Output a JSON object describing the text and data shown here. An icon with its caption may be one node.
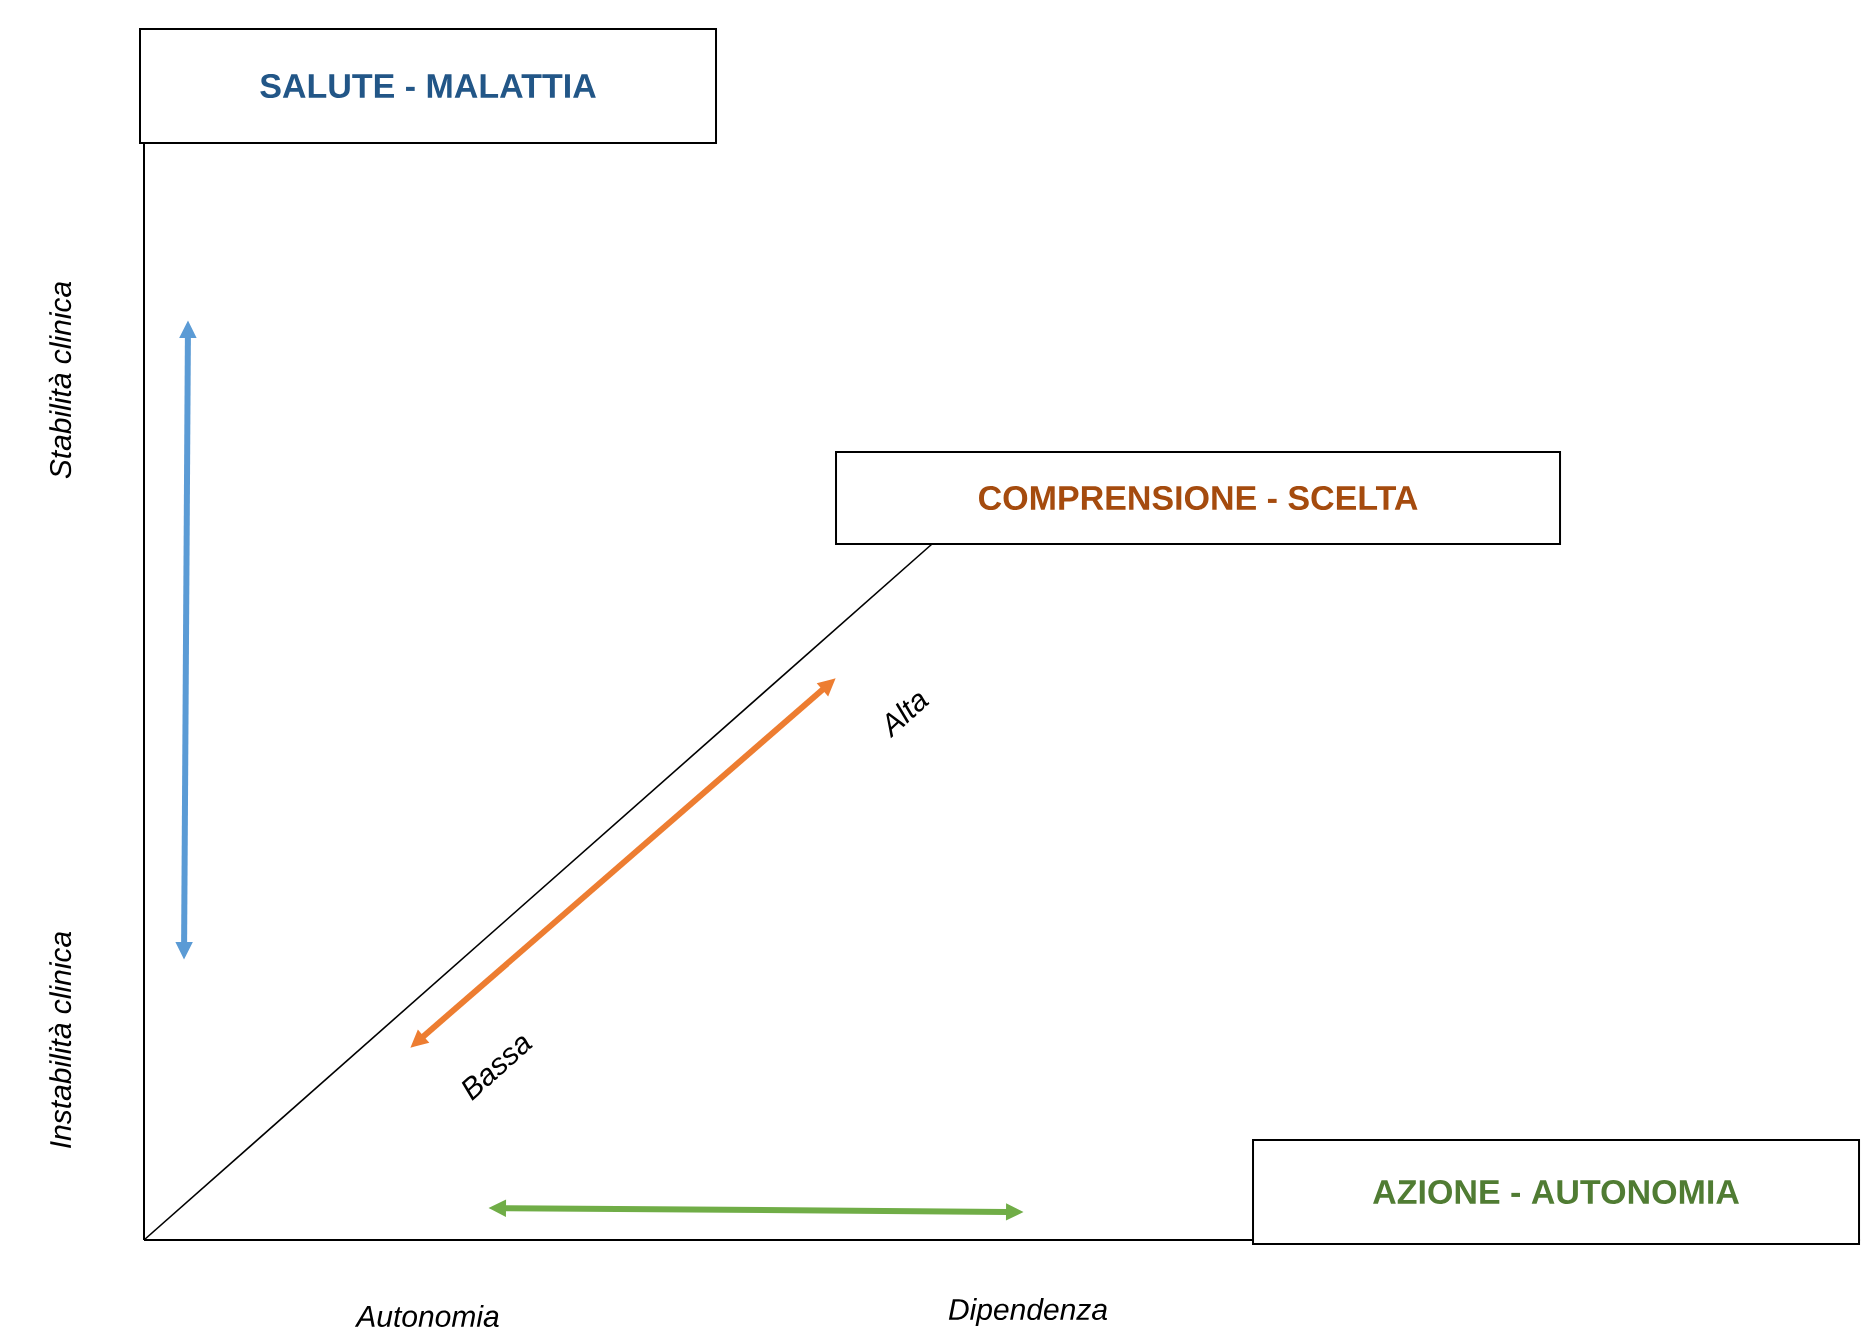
{
  "diagram": {
    "nodes": [
      {
        "text": [
          "SALUTE - MALATTIA"
        ]
      },
      {
        "text": [
          "COMPRENSIONE - SCELTA"
        ]
      },
      {
        "text": [
          "AZIONE - AUTONOMIA"
        ]
      }
    ],
    "labels": [
      "Stabilità clinica",
      "Instabilità clinica",
      "Alta",
      "Bassa",
      "Autonomia",
      "Dipendenza"
    ]
  }
}
